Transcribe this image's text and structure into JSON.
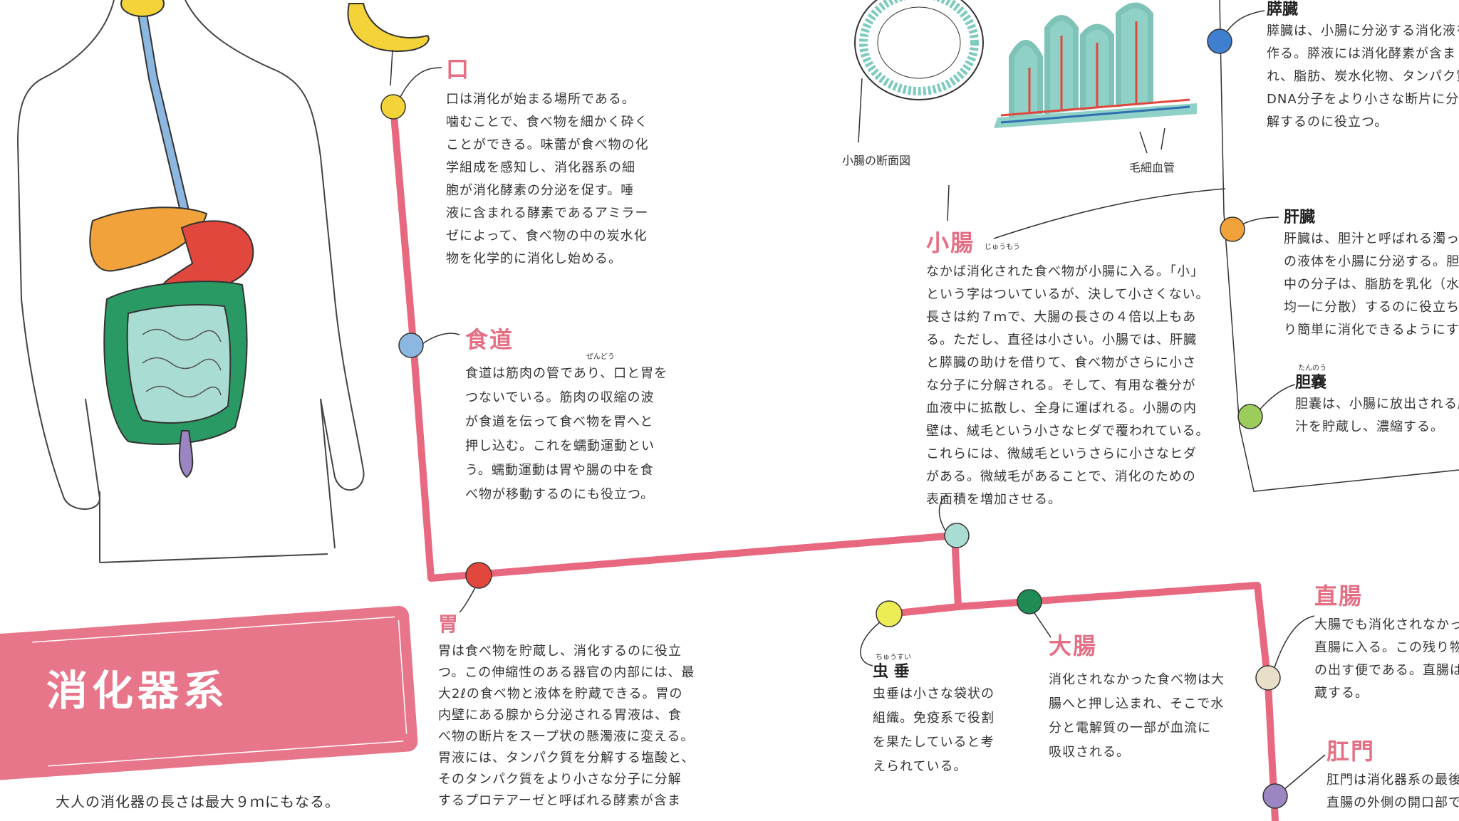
{
  "title": "消化器系",
  "intro": "大人の消化器の長さは最大９ｍにもなる。",
  "colors": {
    "accent": "#e56f84",
    "banner": "#e8768a",
    "path": "#e8697f"
  },
  "diagram_labels": {
    "cross_section": "小腸の断面図",
    "capillaries": "毛細血管"
  },
  "sections": {
    "mouth": {
      "heading": "口",
      "text": "口は消化が始まる場所である。\n噛むことで、食べ物を細かく砕く\nことができる。味蕾が食べ物の化\n学組成を感知し、消化器系の細\n胞が消化酵素の分泌を促す。唾\n液に含まれる酵素であるアミラー\nゼによって、食べ物の中の炭水化\n物を化学的に消化し始める。"
    },
    "esophagus": {
      "heading": "食道",
      "ruby": "ぜんどう",
      "text": "食道は筋肉の管であり、口と胃を\nつないでいる。筋肉の収縮の波\nが食道を伝って食べ物を胃へと\n押し込む。これを蠕動運動とい\nう。蠕動運動は胃や腸の中を食\nべ物が移動するのにも役立つ。"
    },
    "stomach": {
      "heading": "胃",
      "text": "胃は食べ物を貯蔵し、消化するのに役立\nつ。この伸縮性のある器官の内部には、最\n大2ℓの食べ物と液体を貯蔵できる。胃の\n内壁にある腺から分泌される胃液は、食\nべ物の断片をスープ状の懸濁液に変える。\n胃液には、タンパク質を分解する塩酸と、\nそのタンパク質をより小さな分子に分解\nするプロテアーゼと呼ばれる酵素が含ま"
    },
    "small_intestine": {
      "heading": "小腸",
      "ruby": "じゅうもう",
      "text": "なかば消化された食べ物が小腸に入る。「小」\nという字はついているが、決して小さくない。\n長さは約７ｍで、大腸の長さの４倍以上もあ\nる。ただし、直径は小さい。小腸では、肝臓\nと膵臓の助けを借りて、食べ物がさらに小さ\nな分子に分解される。そして、有用な養分が\n血液中に拡散し、全身に運ばれる。小腸の内\n壁は、絨毛という小さなヒダで覆われている。\nこれらには、微絨毛というさらに小さなヒダ\nがある。微絨毛があることで、消化のための\n表面積を増加させる。"
    },
    "pancreas": {
      "heading": "膵臓",
      "text": "膵臓は、小腸に分泌する消化液を\n作る。膵液には消化酵素が含ま\nれ、脂肪、炭水化物、タンパク質、\nDNA分子をより小さな断片に分\n解するのに役立つ。"
    },
    "liver": {
      "heading": "肝臓",
      "text": "肝臓は、胆汁と呼ばれる濁った緑色\nの液体を小腸に分泌する。胆汁の\n中の分子は、脂肪を乳化（水中に\n均一に分散）するのに役立ち、よ\nり簡単に消化できるようにする。"
    },
    "gallbladder": {
      "heading": "胆嚢",
      "ruby": "たんのう",
      "text": "胆嚢は、小腸に放出される胆\n汁を貯蔵し、濃縮する。"
    },
    "appendix": {
      "heading": "虫 垂",
      "ruby": "ちゅうすい",
      "text": "虫垂は小さな袋状の\n組織。免疫系で役割\nを果たしていると考\nえられている。"
    },
    "large_intestine": {
      "heading": "大腸",
      "text": "消化されなかった食べ物は大\n腸へと押し込まれ、そこで水\n分と電解質の一部が血流に\n吸収される。"
    },
    "rectum": {
      "heading": "直腸",
      "text": "大腸でも消化されなかった物は\n直腸に入る。この残り物が人間\nの出す便である。直腸は便を貯\n蔵する。"
    },
    "anus": {
      "heading": "肛門",
      "text": "肛門は消化器系の最後の部分で、\n直腸の外側の開口部である。"
    }
  }
}
